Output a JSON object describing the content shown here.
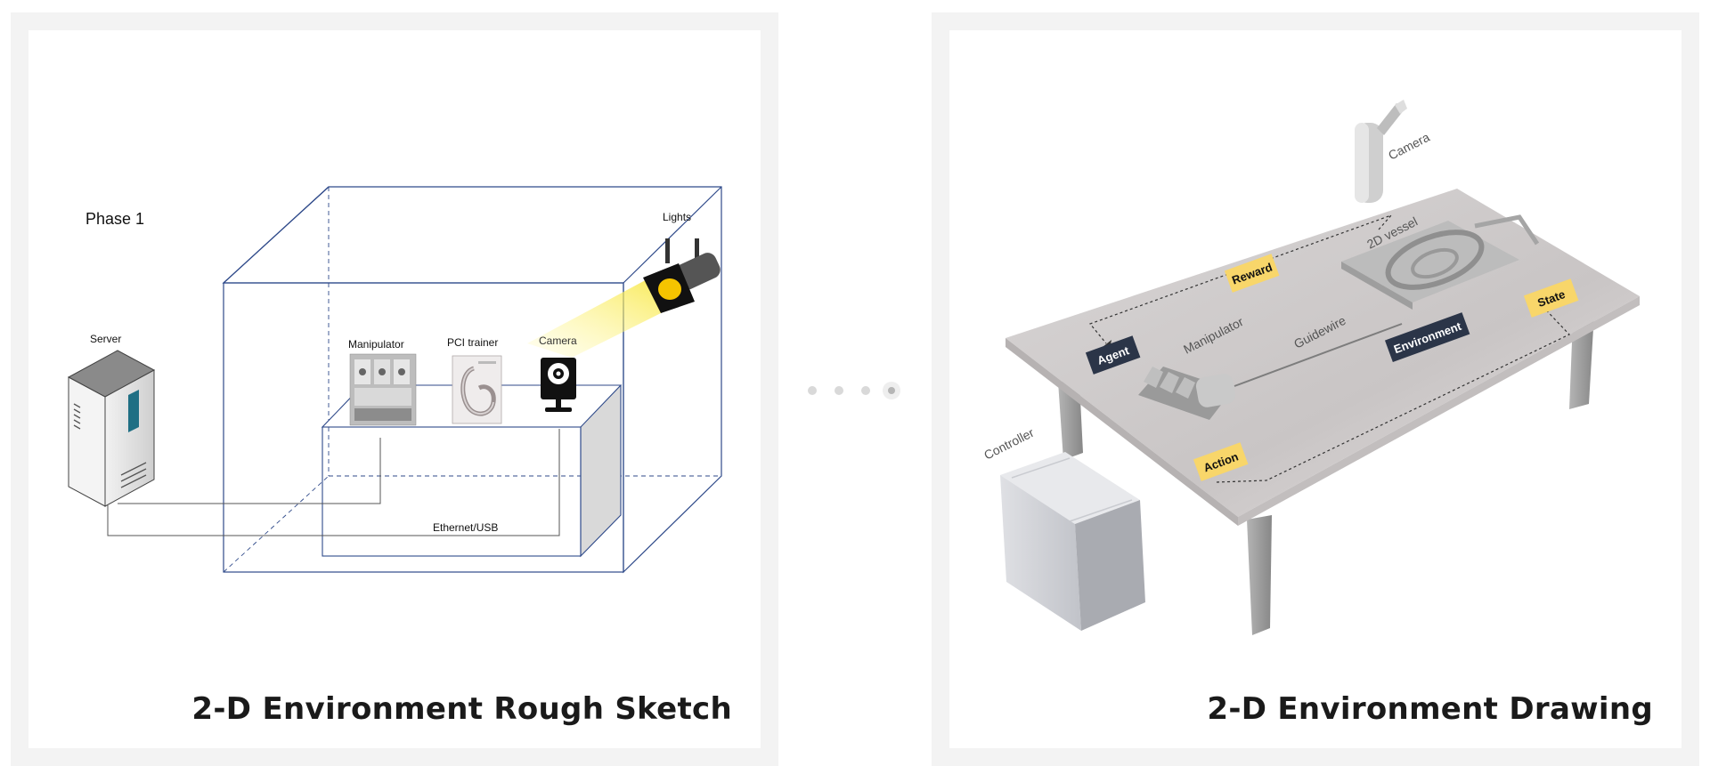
{
  "slides": [
    {
      "caption": "2-D Environment Rough Sketch",
      "phase_label": "Phase 1",
      "labels": {
        "server": "Server",
        "manipulator": "Manipulator",
        "pci_trainer": "PCI trainer",
        "camera": "Camera",
        "lights": "Lights",
        "connection": "Ethernet/USB"
      }
    },
    {
      "caption": "2-D Environment Drawing",
      "labels": {
        "camera": "Camera",
        "vessel": "2D vessel",
        "manipulator": "Manipulator",
        "guidewire": "Guidewire",
        "controller": "Controller"
      },
      "tags": {
        "reward": "Reward",
        "agent": "Agent",
        "environment": "Environment",
        "state": "State",
        "action": "Action"
      },
      "colors": {
        "yellow_tag": "#f8d66a",
        "navy_tag": "#2b3548"
      }
    }
  ],
  "pager": {
    "count": 4,
    "active": 3
  },
  "colors": {
    "frame_blue": "#2f4a8a",
    "light_yellow": "#f5c400"
  }
}
